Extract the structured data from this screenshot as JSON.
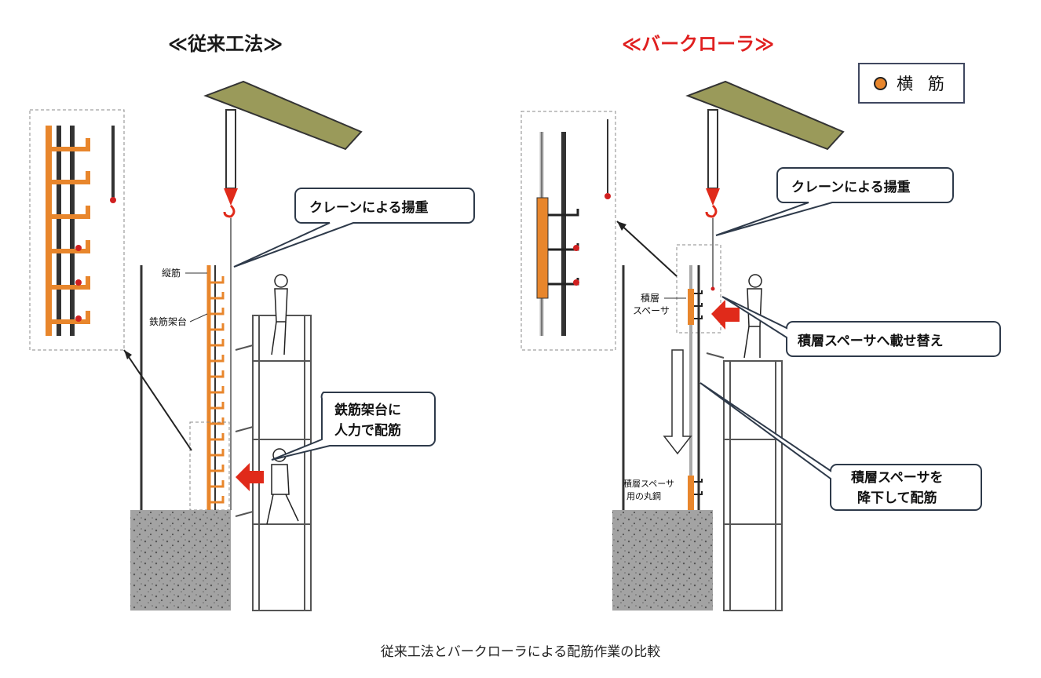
{
  "titles": {
    "left": "≪従来工法≫",
    "right": "≪バークローラ≫"
  },
  "legend": {
    "label": "横 筋",
    "dot_color": "#e8862c"
  },
  "left_panel": {
    "callout_crane": "クレーンによる揚重",
    "callout_manual_line1": "鉄筋架台に",
    "callout_manual_line2": "人力で配筋",
    "label_vertical_bar": "縦筋",
    "label_rebar_stand": "鉄筋架台"
  },
  "right_panel": {
    "callout_crane": "クレーンによる揚重",
    "callout_transfer": "積層スペーサへ載せ替え",
    "callout_lower_line1": "積層スペーサを",
    "callout_lower_line2": "降下して配筋",
    "label_spacer_line1": "積層",
    "label_spacer_line2": "スペーサ",
    "label_round_bar_line1": "積層スペーサ",
    "label_round_bar_line2": "用の丸鋼"
  },
  "caption": "従来工法とバークローラによる配筋作業の比較",
  "colors": {
    "rebar_orange": "#e8862c",
    "crane_olive": "#9a9a5a",
    "arrow_red": "#e02a1a",
    "concrete": "#9a9a9a",
    "bubble_border": "#2e3a4a"
  }
}
